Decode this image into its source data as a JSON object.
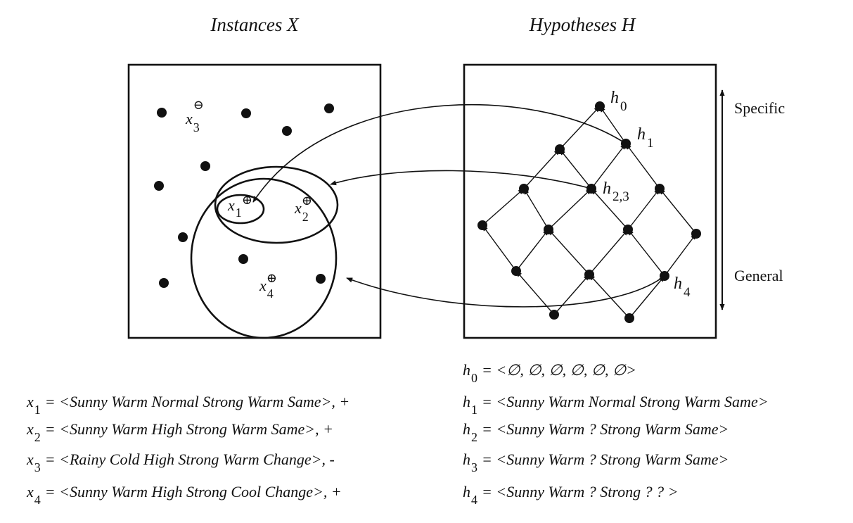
{
  "panels": {
    "instances_title": "Instances X",
    "hypotheses_title": "Hypotheses H"
  },
  "scale": {
    "specific": "Specific",
    "general": "General"
  },
  "instance_labels": [
    {
      "letter": "x",
      "sub": "1",
      "sign": "⊕"
    },
    {
      "letter": "x",
      "sub": "2",
      "sign": "⊕"
    },
    {
      "letter": "x",
      "sub": "3",
      "sign": "⊖"
    },
    {
      "letter": "x",
      "sub": "4",
      "sign": "⊕"
    }
  ],
  "hypothesis_labels": [
    {
      "letter": "h",
      "sub": "0"
    },
    {
      "letter": "h",
      "sub": "1"
    },
    {
      "letter": "h",
      "sub": "2,3"
    },
    {
      "letter": "h",
      "sub": "4"
    }
  ],
  "instances": [
    {
      "letter": "x",
      "sub": "1",
      "text": "= <Sunny Warm Normal Strong Warm Same>, +"
    },
    {
      "letter": "x",
      "sub": "2",
      "text": "= <Sunny Warm High  Strong Warm Same>, +"
    },
    {
      "letter": "x",
      "sub": "3",
      "text": "= <Rainy Cold High Strong Warm Change>, -"
    },
    {
      "letter": "x",
      "sub": "4",
      "text": "= <Sunny Warm High Strong Cool Change>, +"
    }
  ],
  "hypotheses": [
    {
      "letter": "h",
      "sub": "0",
      "text": "= <∅, ∅, ∅, ∅, ∅, ∅>"
    },
    {
      "letter": "h",
      "sub": "1",
      "text": "= <Sunny Warm Normal Strong Warm Same>"
    },
    {
      "letter": "h",
      "sub": "2",
      "text": "= <Sunny Warm  ?  Strong Warm Same>"
    },
    {
      "letter": "h",
      "sub": "3",
      "text": "= <Sunny Warm ? Strong Warm Same>"
    },
    {
      "letter": "h",
      "sub": "4",
      "text": "= <Sunny Warm  ?  Strong  ?  ? >"
    }
  ]
}
